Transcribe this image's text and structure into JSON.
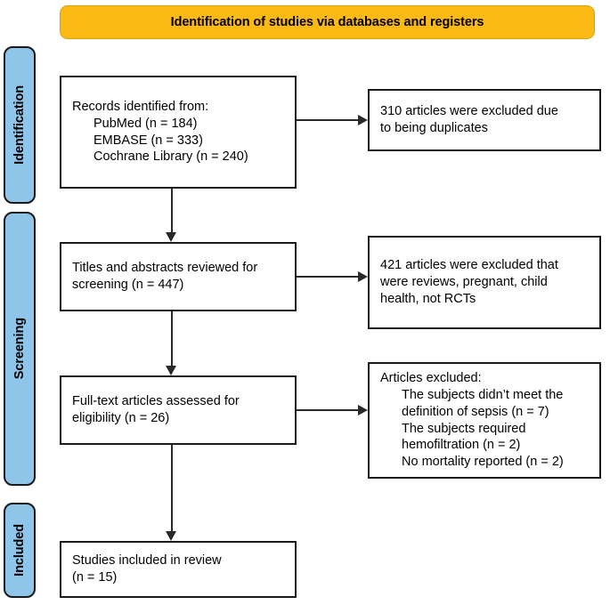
{
  "banner": {
    "title": "Identification of studies via databases and registers"
  },
  "stages": [
    {
      "id": "identification",
      "label": "Identification"
    },
    {
      "id": "screening",
      "label": "Screening"
    },
    {
      "id": "included",
      "label": "Included"
    }
  ],
  "boxes": {
    "identified": {
      "lines": [
        "Records identified from:",
        "PubMed (n = 184)",
        "EMBASE (n = 333)",
        "Cochrane Library (n = 240)"
      ]
    },
    "screened": {
      "lines": [
        "Titles and abstracts reviewed for",
        "screening (n = 447)"
      ]
    },
    "fulltext": {
      "lines": [
        "Full-text articles assessed for",
        "eligibility (n = 26)"
      ]
    },
    "included": {
      "lines": [
        "Studies included in review",
        "(n = 15)"
      ]
    },
    "excluded_duplicates": {
      "lines": [
        "310 articles were excluded due",
        "to being duplicates"
      ]
    },
    "excluded_screening": {
      "lines": [
        "421 articles were excluded that",
        "were reviews, pregnant, child",
        "health, not RCTs"
      ]
    },
    "excluded_fulltext": {
      "header": "Articles excluded:",
      "items": [
        "The subjects didn’t meet the definition of sepsis (n = 7)",
        "The subjects required hemofiltration (n = 2)",
        "No mortality reported (n = 2)"
      ]
    }
  },
  "colors": {
    "banner_fill": "#FAB913",
    "banner_border": "#E0A310",
    "stage_fill": "#8EC5E8",
    "box_border": "#1A1A1A",
    "connector": "#2A2A2A",
    "text": "#000000"
  }
}
